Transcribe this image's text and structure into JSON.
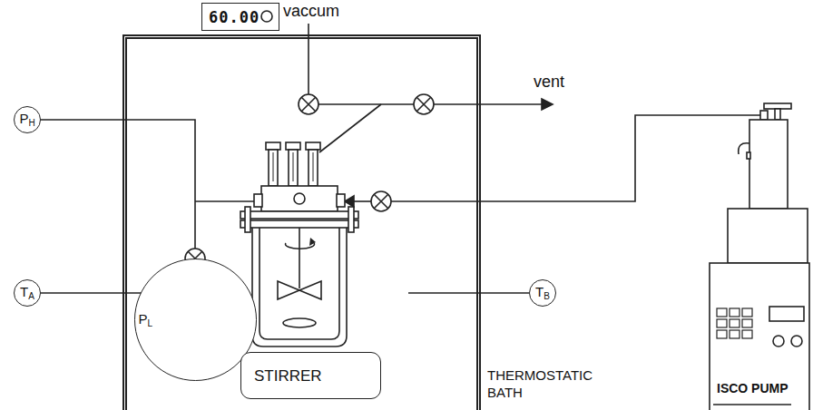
{
  "diagram": {
    "nodes": [
      {
        "text": [
          "60.00"
        ]
      },
      {
        "text": [
          "THERMOSTATIC BATH"
        ]
      },
      {
        "text": [
          "PH"
        ]
      },
      {
        "text": [
          "TA"
        ]
      },
      {
        "text": [
          "PL"
        ],
        "in": 1
      },
      {
        "text": [
          "STIRRER"
        ],
        "in": 1
      },
      {
        "text": [
          "TB"
        ]
      }
    ],
    "edges": [
      {
        "from": 4,
        "to": 2,
        "arrow": "none"
      }
    ],
    "labels": [
      "vaccum",
      "vent",
      "ISCO PUMP"
    ]
  }
}
